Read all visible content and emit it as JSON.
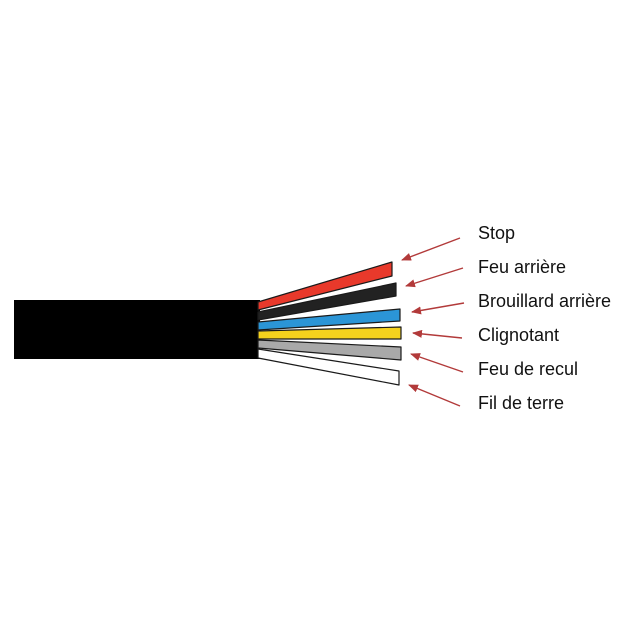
{
  "diagram": {
    "jacket_color": "#000000",
    "arrow_color": "#b23a3a",
    "wires": [
      {
        "label": "Stop",
        "color": "#e8392b"
      },
      {
        "label": "Feu arrière",
        "color": "#222222"
      },
      {
        "label": "Brouillard arrière",
        "color": "#2b95d6"
      },
      {
        "label": "Clignotant",
        "color": "#f5d21d"
      },
      {
        "label": "Feu de recul",
        "color": "#a9a9a9"
      },
      {
        "label": "Fil de terre",
        "color": "#ffffff"
      }
    ]
  }
}
